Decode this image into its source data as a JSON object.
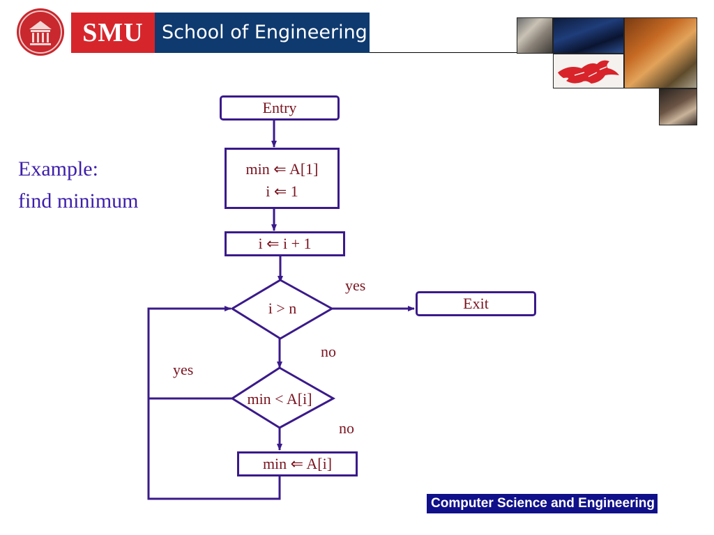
{
  "header": {
    "brand": "SMU",
    "school": "School of Engineering",
    "colors": {
      "brand_red": "#d6262c",
      "school_blue": "#0f3a6f",
      "seal_red": "#c8282e"
    },
    "icons": [
      "university-seal-icon",
      "mustang-logo-icon"
    ]
  },
  "slide": {
    "title_line1": "Example:",
    "title_line2": "find minimum"
  },
  "flowchart": {
    "entry": "Entry",
    "init_line1": "min ⇐ A[1]",
    "init_line2": "i ⇐ 1",
    "increment": "i ⇐ i + 1",
    "condition1": "i > n",
    "exit": "Exit",
    "condition2": "min < A[i]",
    "assign": "min ⇐ A[i]",
    "labels": {
      "yes_exit": "yes",
      "no_cond1": "no",
      "yes_loop": "yes",
      "no_cond2": "no"
    },
    "colors": {
      "stroke": "#3a1a8a",
      "text": "#7a1420",
      "title": "#3c1eaa"
    }
  },
  "footer": {
    "department": "Computer Science and Engineering",
    "color": "#10108a"
  }
}
